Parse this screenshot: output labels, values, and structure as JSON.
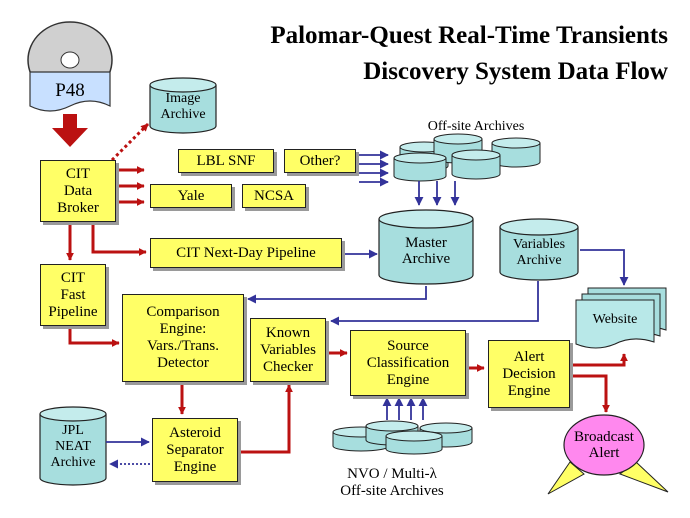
{
  "title": {
    "line1": "Palomar-Quest Real-Time Transients",
    "line2": "Discovery System Data Flow"
  },
  "nodes": {
    "p48": "P48",
    "image_archive": "Image\nArchive",
    "offsite_archives": "Off-site Archives",
    "cit_data_broker": "CIT\nData\nBroker",
    "lbl_snf": "LBL SNF",
    "other": "Other?",
    "yale": "Yale",
    "ncsa": "NCSA",
    "cit_next_day": "CIT Next-Day Pipeline",
    "master_archive": "Master\nArchive",
    "variables_archive": "Variables\nArchive",
    "cit_fast_pipeline": "CIT\nFast\nPipeline",
    "comparison_engine": "Comparison\nEngine:\nVars./Trans.\nDetector",
    "known_variables": "Known\nVariables\nChecker",
    "source_classification": "Source\nClassification\nEngine",
    "alert_decision": "Alert\nDecision\nEngine",
    "website": "Website",
    "jpl_neat": "JPL\nNEAT\nArchive",
    "asteroid_separator": "Asteroid\nSeparator\nEngine",
    "broadcast_alert": "Broadcast\nAlert",
    "nvo_archives": "NVO / Multi-λ\nOff-site Archives"
  },
  "colors": {
    "box_fill": "#ffff66",
    "cylinder_fill": "#a7dede",
    "red_arrow": "#bb1111",
    "blue_arrow": "#33339a",
    "broadcast_fill": "#ff88ee"
  }
}
